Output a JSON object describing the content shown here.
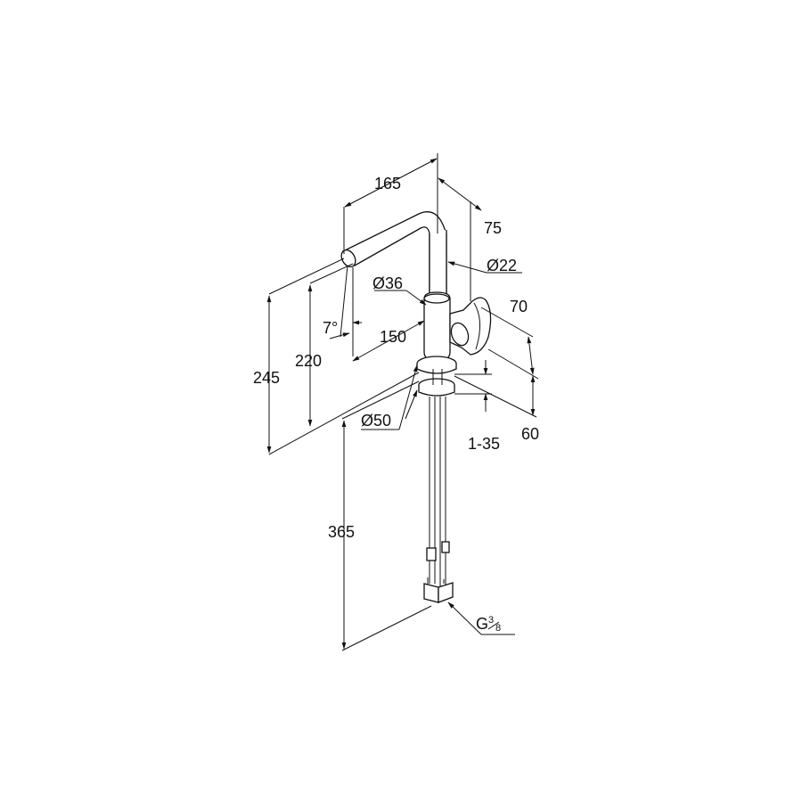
{
  "drawing": {
    "labels": {
      "d165": "165",
      "d75": "75",
      "d22": "Ø22",
      "d36": "Ø36",
      "d70": "70",
      "d7": "7°",
      "d150": "150",
      "d220": "220",
      "d245": "245",
      "d50": "Ø50",
      "d60": "60",
      "d135": "1-35",
      "d365": "365",
      "thread_main": "G",
      "thread_num": "3",
      "thread_den": "8"
    }
  }
}
